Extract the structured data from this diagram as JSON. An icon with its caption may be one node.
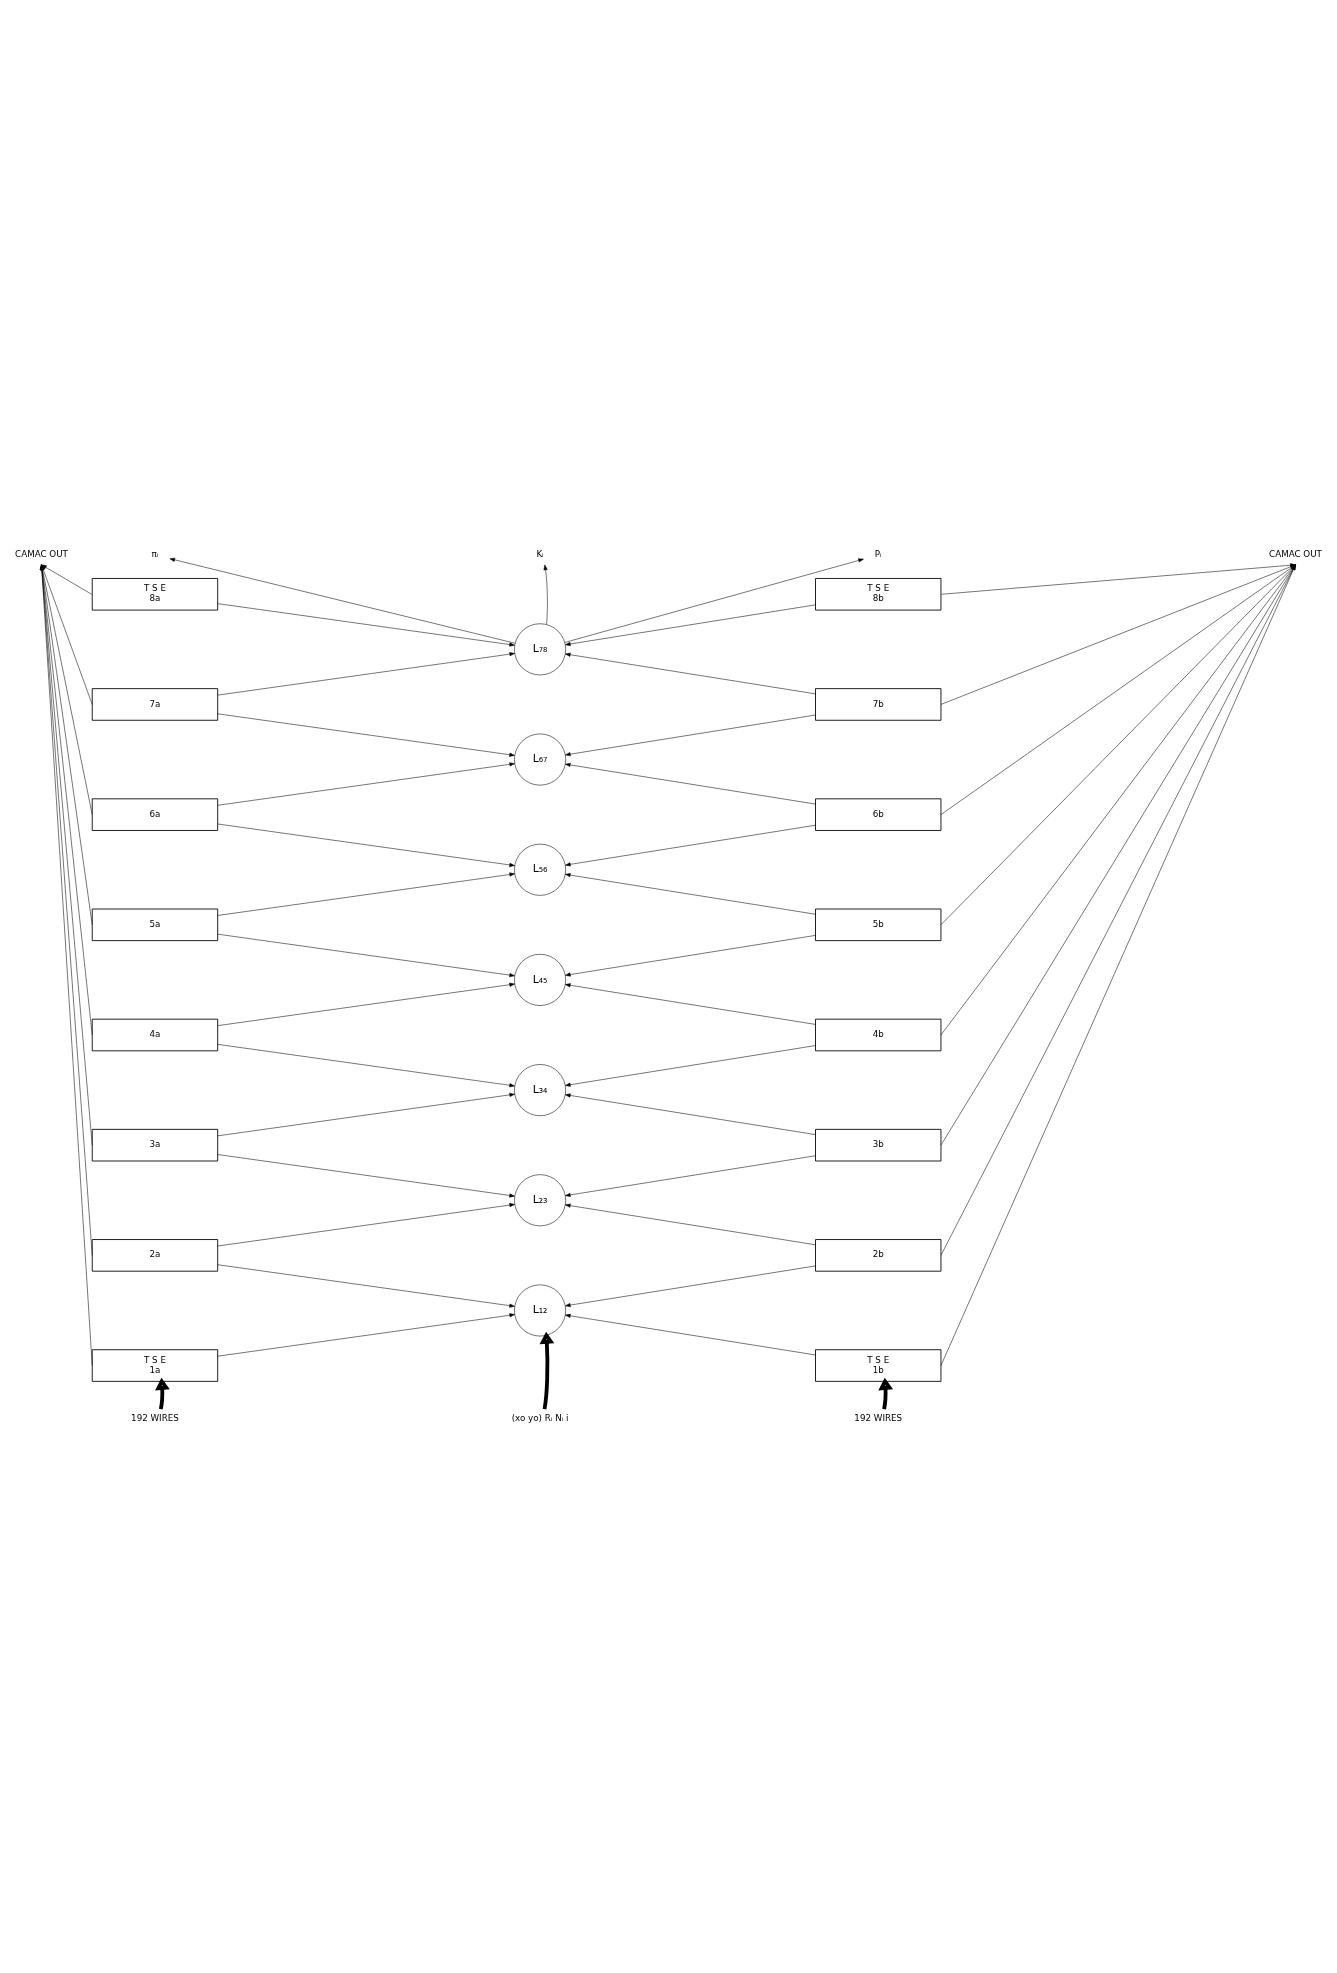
{
  "diagram": {
    "nodes": [
      {
        "text": [
          "CAMAC OUT"
        ]
      },
      {
        "text": [
          "πᵢ"
        ]
      },
      {
        "text": [
          "Kᵢ"
        ]
      },
      {
        "text": [
          "Pᵢ"
        ]
      },
      {
        "text": [
          "CAMAC OUT"
        ]
      },
      {
        "text": [
          "T S E",
          "8a"
        ]
      },
      {
        "text": [
          "T S E",
          "8b"
        ]
      },
      {
        "text": [
          "L₇₈"
        ]
      },
      {
        "text": [
          "7a"
        ]
      },
      {
        "text": [
          "7b"
        ]
      },
      {
        "text": [
          "L₆₇"
        ]
      },
      {
        "text": [
          "6a"
        ]
      },
      {
        "text": [
          "6b"
        ]
      },
      {
        "text": [
          "L₅₆"
        ]
      },
      {
        "text": [
          "5a"
        ]
      },
      {
        "text": [
          "5b"
        ]
      },
      {
        "text": [
          "L₄₅"
        ]
      },
      {
        "text": [
          "4a"
        ]
      },
      {
        "text": [
          "4b"
        ]
      },
      {
        "text": [
          "L₃₄"
        ]
      },
      {
        "text": [
          "3a"
        ]
      },
      {
        "text": [
          "3b"
        ]
      },
      {
        "text": [
          "L₂₃"
        ]
      },
      {
        "text": [
          "2a"
        ]
      },
      {
        "text": [
          "2b"
        ]
      },
      {
        "text": [
          "L₁₂"
        ]
      },
      {
        "text": [
          "T S E",
          "1a"
        ]
      },
      {
        "text": [
          "T S E",
          "1b"
        ]
      },
      {
        "text": [
          "192 WIRES"
        ]
      },
      {
        "text": [
          "(xo yo) Rᵢ Nᵢ i"
        ]
      },
      {
        "text": [
          "192 WIRES"
        ]
      }
    ],
    "edges": [
      {
        "from": 7,
        "to": 1,
        "arrow": "to"
      },
      {
        "from": 7,
        "to": 2,
        "arrow": "to"
      },
      {
        "from": 7,
        "to": 3,
        "arrow": "to"
      },
      {
        "from": 5,
        "to": 0,
        "arrow": "to"
      },
      {
        "from": 6,
        "to": 4,
        "arrow": "to"
      },
      {
        "from": 5,
        "to": 7,
        "arrow": "to"
      },
      {
        "from": 6,
        "to": 7,
        "arrow": "to"
      },
      {
        "from": 8,
        "to": 0,
        "arrow": "to"
      },
      {
        "from": 9,
        "to": 4,
        "arrow": "to"
      },
      {
        "from": 8,
        "to": 7,
        "arrow": "to"
      },
      {
        "from": 8,
        "to": 10,
        "arrow": "to"
      },
      {
        "from": 9,
        "to": 7,
        "arrow": "to"
      },
      {
        "from": 9,
        "to": 10,
        "arrow": "to"
      },
      {
        "from": 11,
        "to": 0,
        "arrow": "to"
      },
      {
        "from": 12,
        "to": 4,
        "arrow": "to"
      },
      {
        "from": 11,
        "to": 10,
        "arrow": "to"
      },
      {
        "from": 11,
        "to": 13,
        "arrow": "to"
      },
      {
        "from": 12,
        "to": 10,
        "arrow": "to"
      },
      {
        "from": 12,
        "to": 13,
        "arrow": "to"
      },
      {
        "from": 14,
        "to": 0,
        "arrow": "to"
      },
      {
        "from": 15,
        "to": 4,
        "arrow": "to"
      },
      {
        "from": 14,
        "to": 13,
        "arrow": "to"
      },
      {
        "from": 14,
        "to": 16,
        "arrow": "to"
      },
      {
        "from": 15,
        "to": 13,
        "arrow": "to"
      },
      {
        "from": 15,
        "to": 16,
        "arrow": "to"
      },
      {
        "from": 17,
        "to": 0,
        "arrow": "to"
      },
      {
        "from": 18,
        "to": 4,
        "arrow": "to"
      },
      {
        "from": 17,
        "to": 16,
        "arrow": "to"
      },
      {
        "from": 17,
        "to": 19,
        "arrow": "to"
      },
      {
        "from": 18,
        "to": 16,
        "arrow": "to"
      },
      {
        "from": 18,
        "to": 19,
        "arrow": "to"
      },
      {
        "from": 20,
        "to": 0,
        "arrow": "to"
      },
      {
        "from": 21,
        "to": 4,
        "arrow": "to"
      },
      {
        "from": 20,
        "to": 19,
        "arrow": "to"
      },
      {
        "from": 20,
        "to": 22,
        "arrow": "to"
      },
      {
        "from": 21,
        "to": 19,
        "arrow": "to"
      },
      {
        "from": 21,
        "to": 22,
        "arrow": "to"
      },
      {
        "from": 23,
        "to": 0,
        "arrow": "to"
      },
      {
        "from": 24,
        "to": 4,
        "arrow": "to"
      },
      {
        "from": 23,
        "to": 22,
        "arrow": "to"
      },
      {
        "from": 23,
        "to": 25,
        "arrow": "to"
      },
      {
        "from": 24,
        "to": 22,
        "arrow": "to"
      },
      {
        "from": 24,
        "to": 25,
        "arrow": "to"
      },
      {
        "from": 26,
        "to": 0,
        "arrow": "to"
      },
      {
        "from": 27,
        "to": 4,
        "arrow": "to"
      },
      {
        "from": 26,
        "to": 25,
        "arrow": "to"
      },
      {
        "from": 27,
        "to": 25,
        "arrow": "to"
      },
      {
        "from": 28,
        "to": 26,
        "arrow": "to",
        "style": "thick"
      },
      {
        "from": 29,
        "to": 25,
        "arrow": "to",
        "style": "thick"
      },
      {
        "from": 30,
        "to": 27,
        "arrow": "to",
        "style": "thick"
      }
    ]
  }
}
